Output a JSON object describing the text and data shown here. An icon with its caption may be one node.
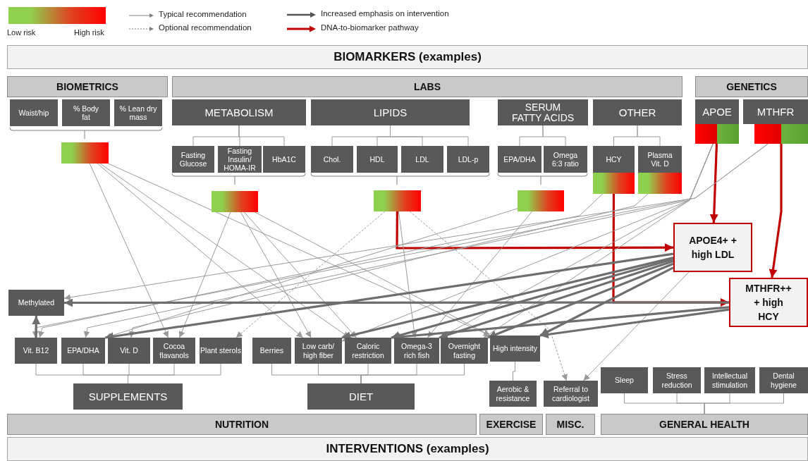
{
  "diagram": {
    "nodes": [
      {
        "text": [
          "BIOMARKERS (examples)"
        ]
      },
      {
        "text": [
          "BIOMETRICS"
        ]
      },
      {
        "text": [
          "LABS"
        ]
      },
      {
        "text": [
          "GENETICS"
        ]
      },
      {
        "text": [
          "Waist/hip"
        ]
      },
      {
        "text": [
          "% Body fat"
        ]
      },
      {
        "text": [
          "% Lean dry mass"
        ]
      },
      {
        "text": [
          "METABOLISM"
        ]
      },
      {
        "text": [
          "LIPIDS"
        ]
      },
      {
        "text": [
          "SERUM FATTY ACIDS"
        ]
      },
      {
        "text": [
          "OTHER"
        ]
      },
      {
        "text": [
          "APOE"
        ]
      },
      {
        "text": [
          "MTHFR"
        ]
      },
      {
        "text": [
          "Fasting Glucose"
        ]
      },
      {
        "text": [
          "Fasting Insulin/ HOMA-IR"
        ]
      },
      {
        "text": [
          "HbA1C"
        ]
      },
      {
        "text": [
          "Chol."
        ]
      },
      {
        "text": [
          "HDL"
        ]
      },
      {
        "text": [
          "LDL"
        ]
      },
      {
        "text": [
          "LDL-p"
        ]
      },
      {
        "text": [
          "EPA/DHA"
        ]
      },
      {
        "text": [
          "Omega 6:3 ratio"
        ]
      },
      {
        "text": [
          "HCY"
        ]
      },
      {
        "text": [
          "Plasma Vit. D"
        ]
      },
      {
        "text": [],
        "shape": "bar"
      },
      {
        "text": [],
        "shape": "bar"
      },
      {
        "text": [],
        "shape": "bar"
      },
      {
        "text": [],
        "shape": "bar"
      },
      {
        "text": [],
        "shape": "bar"
      },
      {
        "text": [],
        "shape": "bar"
      },
      {
        "text": [],
        "shape": "bar"
      },
      {
        "text": [],
        "shape": "bar"
      },
      {
        "text": [
          "APOE4+ + high LDL"
        ]
      },
      {
        "text": [
          "MTHFR++ + high HCY"
        ]
      },
      {
        "text": [
          "Methylated"
        ]
      },
      {
        "text": [
          "Vit. B12"
        ]
      },
      {
        "text": [
          "EPA/DHA"
        ]
      },
      {
        "text": [
          "Vit. D"
        ]
      },
      {
        "text": [
          "Cocoa flavanols"
        ]
      },
      {
        "text": [
          "Plant sterols"
        ]
      },
      {
        "text": [
          "Berries"
        ]
      },
      {
        "text": [
          "Low carb/ high fiber"
        ]
      },
      {
        "text": [
          "Caloric restriction"
        ]
      },
      {
        "text": [
          "Omega-3 rich fish"
        ]
      },
      {
        "text": [
          "Overnight fasting"
        ]
      },
      {
        "text": [
          "High intensity"
        ]
      },
      {
        "text": [
          "SUPPLEMENTS"
        ]
      },
      {
        "text": [
          "DIET"
        ]
      },
      {
        "text": [
          "Aerobic & resistance"
        ]
      },
      {
        "text": [
          "Referral to cardiologist"
        ]
      },
      {
        "text": [
          "Sleep"
        ]
      },
      {
        "text": [
          "Stress reduction"
        ]
      },
      {
        "text": [
          "Intellectual stimulation"
        ]
      },
      {
        "text": [
          "Dental hygiene"
        ]
      },
      {
        "text": [
          "NUTRITION"
        ]
      },
      {
        "text": [
          "EXERCISE"
        ]
      },
      {
        "text": [
          "MISC."
        ]
      },
      {
        "text": [
          "GENERAL HEALTH"
        ]
      },
      {
        "text": [
          "INTERVENTIONS (examples)"
        ]
      },
      {
        "text": [],
        "shape": "bar",
        "beside": [
          "Low risk",
          "High risk"
        ]
      }
    ],
    "edges": [
      {
        "from": 7,
        "to": 13,
        "arrow": "none"
      },
      {
        "from": 7,
        "to": 14,
        "arrow": "none"
      },
      {
        "from": 7,
        "to": 15,
        "arrow": "none"
      },
      {
        "from": 8,
        "to": 16,
        "arrow": "none"
      },
      {
        "from": 8,
        "to": 17,
        "arrow": "none"
      },
      {
        "from": 8,
        "to": 18,
        "arrow": "none"
      },
      {
        "from": 8,
        "to": 19,
        "arrow": "none"
      },
      {
        "from": 9,
        "to": 20,
        "arrow": "none"
      },
      {
        "from": 9,
        "to": 21,
        "arrow": "none"
      },
      {
        "from": 10,
        "to": 22,
        "arrow": "none"
      },
      {
        "from": 10,
        "to": 23,
        "arrow": "none"
      },
      {
        "from": 46,
        "to": 35,
        "arrow": "none"
      },
      {
        "from": 46,
        "to": 36,
        "arrow": "none"
      },
      {
        "from": 46,
        "to": 37,
        "arrow": "none"
      },
      {
        "from": 46,
        "to": 38,
        "arrow": "none"
      },
      {
        "from": 46,
        "to": 39,
        "arrow": "none"
      },
      {
        "from": 47,
        "to": 40,
        "arrow": "none"
      },
      {
        "from": 47,
        "to": 41,
        "arrow": "none"
      },
      {
        "from": 47,
        "to": 42,
        "arrow": "none"
      },
      {
        "from": 47,
        "to": 43,
        "arrow": "none"
      },
      {
        "from": 47,
        "to": 44,
        "arrow": "none"
      },
      {
        "from": 45,
        "to": 48,
        "arrow": "none"
      },
      {
        "from": 57,
        "to": 50,
        "arrow": "none"
      },
      {
        "from": 57,
        "to": 51,
        "arrow": "none"
      },
      {
        "from": 57,
        "to": 52,
        "arrow": "none"
      },
      {
        "from": 57,
        "to": 53,
        "arrow": "none"
      },
      {
        "from": 30,
        "to": 32,
        "arrow": "to",
        "style": "thick",
        "color": "#c00000"
      },
      {
        "from": 31,
        "to": 33,
        "arrow": "to",
        "style": "thick",
        "color": "#c00000"
      },
      {
        "from": 26,
        "to": 32,
        "arrow": "to",
        "style": "thick",
        "color": "#c00000"
      },
      {
        "from": 28,
        "to": 33,
        "arrow": "to",
        "style": "thick",
        "color": "#c00000"
      },
      {
        "from": 24,
        "to": 38,
        "arrow": "to"
      },
      {
        "from": 24,
        "to": 41,
        "arrow": "to"
      },
      {
        "from": 24,
        "to": 42,
        "arrow": "to"
      },
      {
        "from": 24,
        "to": 45,
        "arrow": "to"
      },
      {
        "from": 25,
        "to": 38,
        "arrow": "to"
      },
      {
        "from": 25,
        "to": 41,
        "arrow": "to"
      },
      {
        "from": 25,
        "to": 42,
        "arrow": "to"
      },
      {
        "from": 25,
        "to": 45,
        "arrow": "to"
      },
      {
        "from": 26,
        "to": 39,
        "arrow": "to",
        "style": "dashed"
      },
      {
        "from": 26,
        "to": 43,
        "arrow": "to"
      },
      {
        "from": 26,
        "to": 49,
        "arrow": "to",
        "style": "dashed"
      },
      {
        "from": 27,
        "to": 36,
        "arrow": "to"
      },
      {
        "from": 27,
        "to": 43,
        "arrow": "to"
      },
      {
        "from": 28,
        "to": 35,
        "arrow": "to"
      },
      {
        "from": 29,
        "to": 37,
        "arrow": "to"
      },
      {
        "from": 30,
        "to": 36,
        "arrow": "to"
      },
      {
        "from": 30,
        "to": 41,
        "arrow": "to"
      },
      {
        "from": 30,
        "to": 43,
        "arrow": "to"
      },
      {
        "from": 30,
        "to": 44,
        "arrow": "to"
      },
      {
        "from": 31,
        "to": 34,
        "arrow": "to"
      },
      {
        "from": 31,
        "to": 35,
        "arrow": "to"
      },
      {
        "from": 32,
        "to": 36,
        "arrow": "to",
        "style": "thick"
      },
      {
        "from": 32,
        "to": 41,
        "arrow": "to",
        "style": "thick"
      },
      {
        "from": 32,
        "to": 42,
        "arrow": "to",
        "style": "thick"
      },
      {
        "from": 32,
        "to": 43,
        "arrow": "to",
        "style": "thick"
      },
      {
        "from": 32,
        "to": 44,
        "arrow": "to",
        "style": "thick"
      },
      {
        "from": 32,
        "to": 45,
        "arrow": "to",
        "style": "thick"
      },
      {
        "from": 32,
        "to": 49,
        "arrow": "to"
      },
      {
        "from": 33,
        "to": 34,
        "arrow": "to",
        "style": "thick"
      },
      {
        "from": 33,
        "to": 42,
        "arrow": "to",
        "style": "thick"
      },
      {
        "from": 33,
        "to": 45,
        "arrow": "to",
        "style": "thick"
      },
      {
        "from": 35,
        "to": 34,
        "arrow": "to",
        "style": "thick"
      }
    ],
    "legend": [
      {
        "text": "Typical recommendation"
      },
      {
        "text": "Optional recommendation"
      },
      {
        "text": "Increased emphasis on intervention"
      },
      {
        "text": "DNA-to-biomarker pathway"
      }
    ]
  }
}
